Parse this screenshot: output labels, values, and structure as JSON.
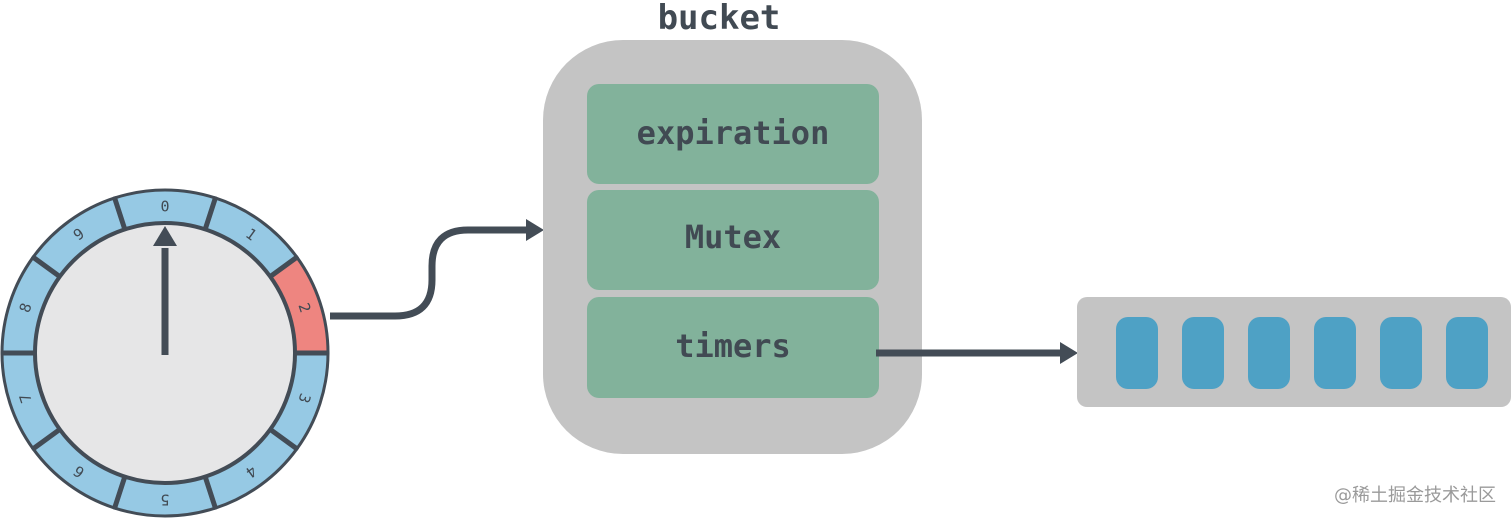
{
  "bucket": {
    "title": "bucket",
    "fields": [
      "expiration",
      "Mutex",
      "timers"
    ]
  },
  "wheel": {
    "slots": [
      "0",
      "1",
      "2",
      "3",
      "4",
      "5",
      "6",
      "7",
      "8",
      "9"
    ],
    "highlighted_slot": 2,
    "slot_color": "#96c9e4",
    "highlight_color": "#ee8580",
    "face_color": "#e6e6e7",
    "rim_color": "#434c56"
  },
  "timer_list": {
    "count": 6,
    "item_color": "#4ea1c5",
    "container_color": "#c4c4c4"
  },
  "colors": {
    "bucket_bg": "#c4c4c4",
    "field_bg": "#82b29b",
    "arrow": "#434c56"
  },
  "watermark": "@稀土掘金技术社区"
}
